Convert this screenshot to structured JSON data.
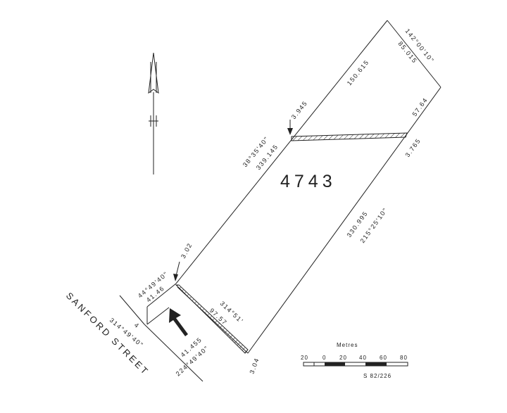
{
  "lot": {
    "number": "4743"
  },
  "street": {
    "name": "SANFORD STREET"
  },
  "labels": {
    "ne_bearing": "142°00'10\"",
    "ne_dist": "85.015",
    "nw_upper": "150.615",
    "nw_bearing": "38°35'40\"",
    "nw_dist": "339.145",
    "nw_easement_width": "3.945",
    "se_upper": "57.64",
    "se_easement_width": "3.765",
    "se_dist": "330.995",
    "se_bearing": "215°25'10\"",
    "sw_easement_width": "3.02",
    "sw_bearing": "44°49'40\"",
    "sw_dist": "41.46",
    "inner_bearing": "314°51'",
    "inner_dist": "97.57",
    "front_small": "4",
    "front_bearing": "314°49'40\"",
    "rw_dist": "41.455",
    "rw_bearing": "224°49'40\"",
    "bottom_width": "3.04"
  },
  "scale_bar": {
    "title": "Metres",
    "ticks": [
      "20",
      "0",
      "20",
      "40",
      "60",
      "80"
    ],
    "ref": "S 82/226"
  }
}
